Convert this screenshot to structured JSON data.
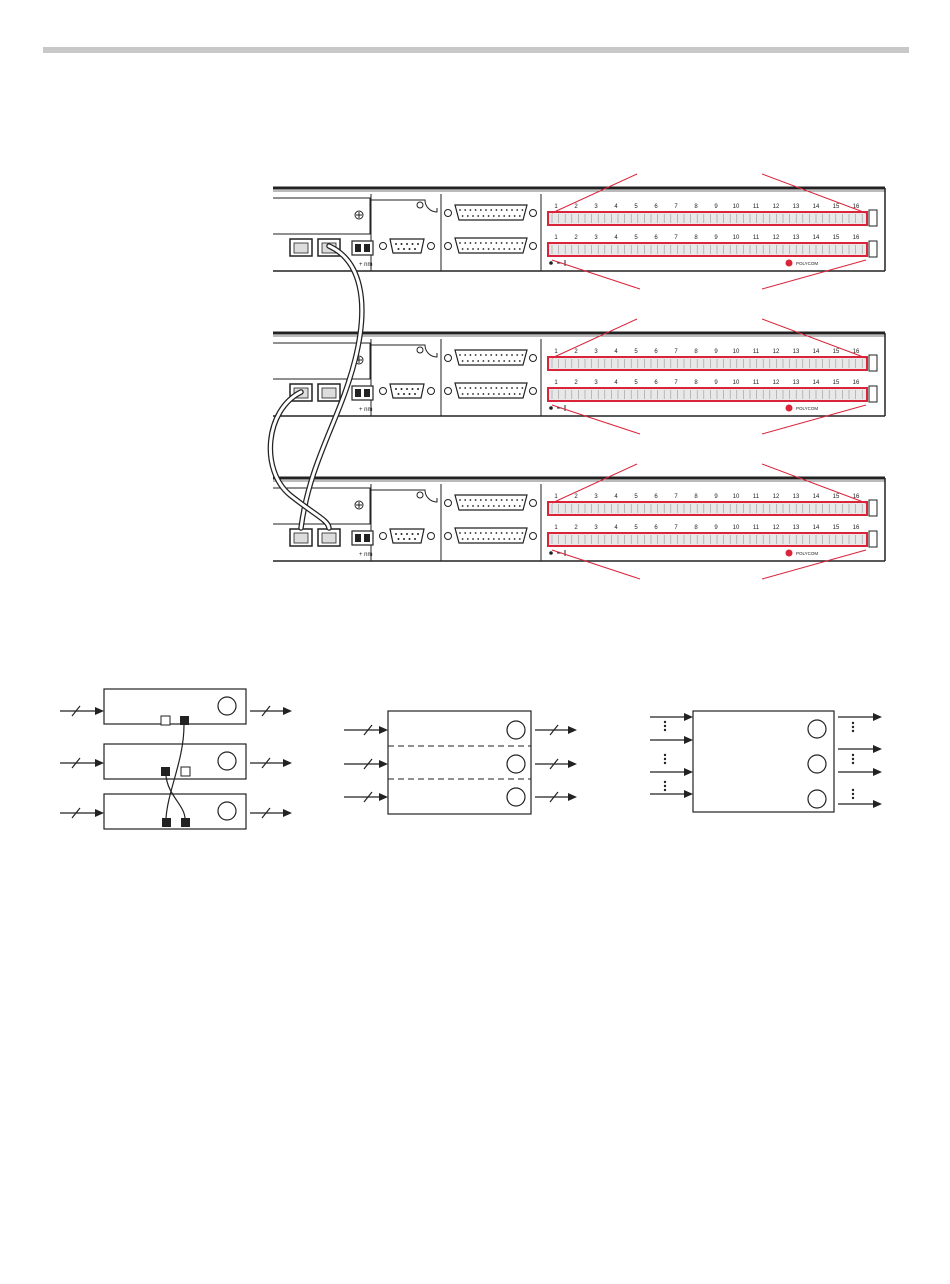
{
  "units": [
    {
      "id": "unit-1",
      "channel_labels": [
        "1",
        "2",
        "3",
        "4",
        "5",
        "6",
        "7",
        "8",
        "9",
        "10",
        "11",
        "12",
        "13",
        "14",
        "15",
        "16"
      ],
      "logo": "POLYCOM",
      "port_label": "+ nm"
    },
    {
      "id": "unit-2",
      "channel_labels": [
        "1",
        "2",
        "3",
        "4",
        "5",
        "6",
        "7",
        "8",
        "9",
        "10",
        "11",
        "12",
        "13",
        "14",
        "15",
        "16"
      ],
      "logo": "POLYCOM",
      "port_label": "+ nm"
    },
    {
      "id": "unit-3",
      "channel_labels": [
        "1",
        "2",
        "3",
        "4",
        "5",
        "6",
        "7",
        "8",
        "9",
        "10",
        "11",
        "12",
        "13",
        "14",
        "15",
        "16"
      ],
      "logo": "POLYCOM",
      "port_label": "+ nm"
    }
  ],
  "colors": {
    "highlight": "#d9243a",
    "rule": "#c8c8c8",
    "line": "#222222"
  }
}
